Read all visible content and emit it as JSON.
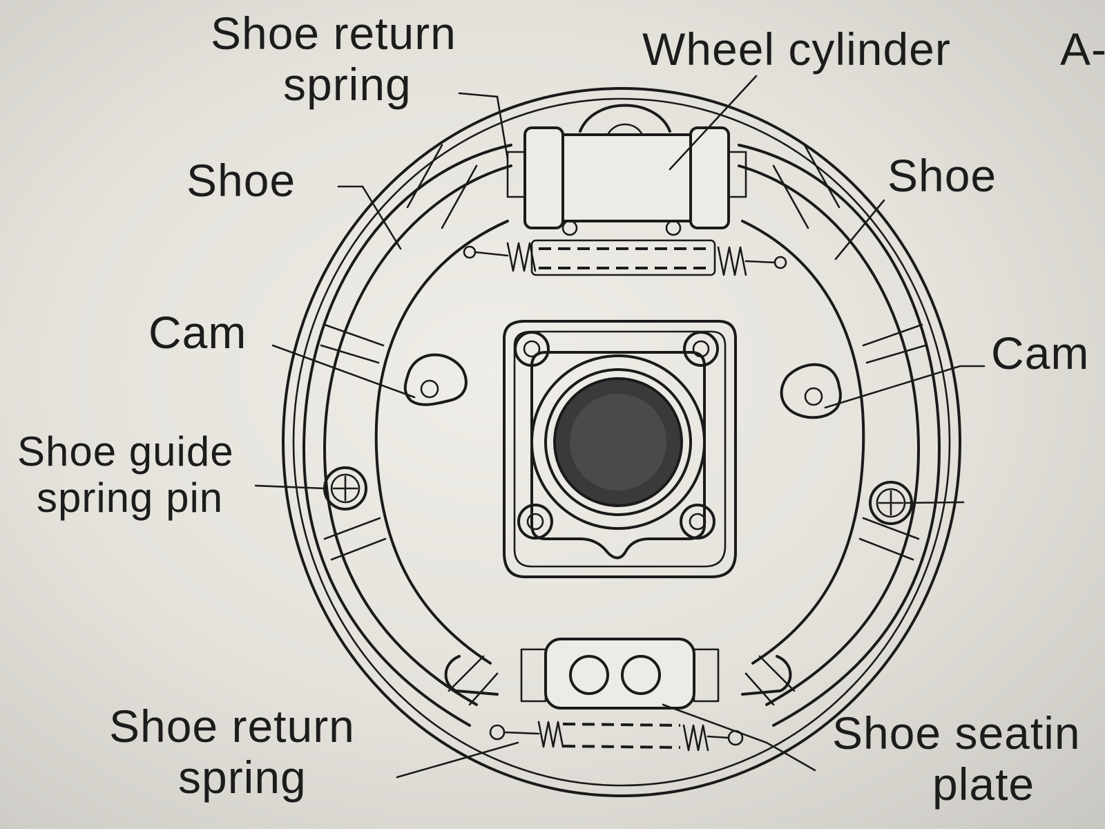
{
  "labels": {
    "shoe_return_spring_top": [
      "Shoe return",
      "spring"
    ],
    "wheel_cylinder": "Wheel cylinder",
    "edge_text_top_right": "A-",
    "shoe_left": "Shoe",
    "shoe_right": "Shoe",
    "cam_left": "Cam",
    "cam_right": "Cam",
    "shoe_guide_spring_pin": [
      "Shoe guide",
      "spring pin"
    ],
    "shoe_return_spring_bottom": [
      "Shoe return",
      "spring"
    ],
    "shoe_seating_plate": [
      "Shoe seatin",
      "plate"
    ]
  },
  "colors": {
    "ink": "#1a1a1a",
    "paper": "#e4e2dc"
  }
}
